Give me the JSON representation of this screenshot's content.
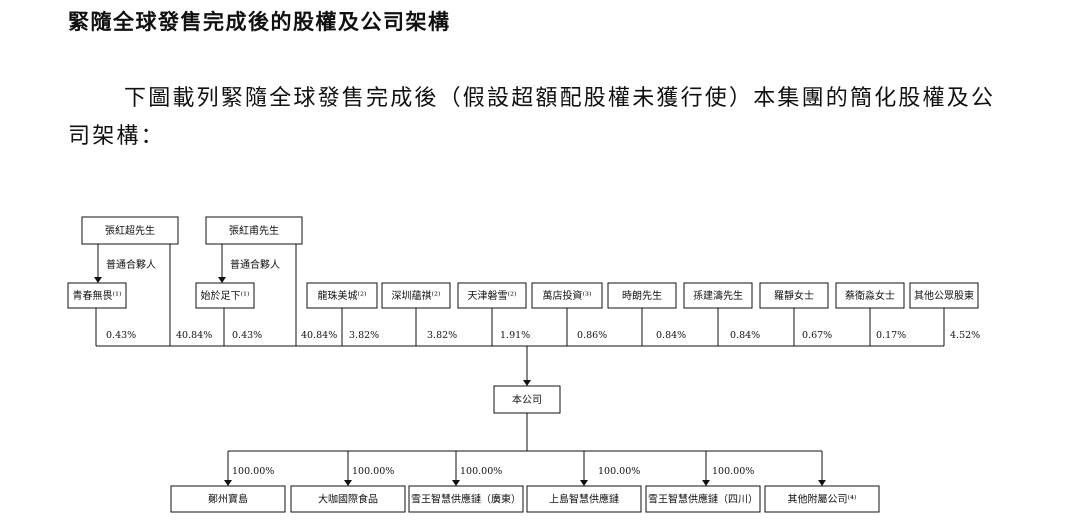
{
  "heading": "緊隨全球發售完成後的股權及公司架構",
  "intro": "下圖載列緊隨全球發售完成後（假設超額配股權未獲行使）本集團的簡化股權及公司架構：",
  "chart_data": {
    "type": "diagram",
    "founders": [
      "張紅超先生",
      "張紅甫先生"
    ],
    "gp_label": "普通合夥人",
    "shareholders": [
      {
        "name": "青春無畏⁽¹⁾",
        "pct": "0.43%"
      },
      {
        "name": "張紅超先生",
        "pct": "40.84%"
      },
      {
        "name": "始於足下⁽¹⁾",
        "pct": "0.43%"
      },
      {
        "name": "張紅甫先生",
        "pct": "40.84%"
      },
      {
        "name": "龍珠美城⁽²⁾",
        "pct": "3.82%"
      },
      {
        "name": "深圳蘊祺⁽²⁾",
        "pct": "3.82%"
      },
      {
        "name": "天津磐雪⁽²⁾",
        "pct": "1.91%"
      },
      {
        "name": "萬店投資⁽³⁾",
        "pct": "0.86%"
      },
      {
        "name": "時朗先生",
        "pct": "0.84%"
      },
      {
        "name": "孫建濤先生",
        "pct": "0.84%"
      },
      {
        "name": "羅靜女士",
        "pct": "0.67%"
      },
      {
        "name": "蔡衛淼女士",
        "pct": "0.17%"
      },
      {
        "name": "其他公眾股東",
        "pct": "4.52%"
      }
    ],
    "company": "本公司",
    "subsidiaries": [
      {
        "name": "鄭州寶島",
        "pct": "100.00%"
      },
      {
        "name": "大咖國際食品",
        "pct": "100.00%"
      },
      {
        "name": "雪王智慧供應鏈（廣東）",
        "pct": "100.00%"
      },
      {
        "name": "上島智慧供應鏈",
        "pct": "100.00%"
      },
      {
        "name": "雪王智慧供應鏈（四川）",
        "pct": "100.00%"
      },
      {
        "name": "其他附屬公司⁽⁴⁾",
        "pct": ""
      }
    ]
  }
}
